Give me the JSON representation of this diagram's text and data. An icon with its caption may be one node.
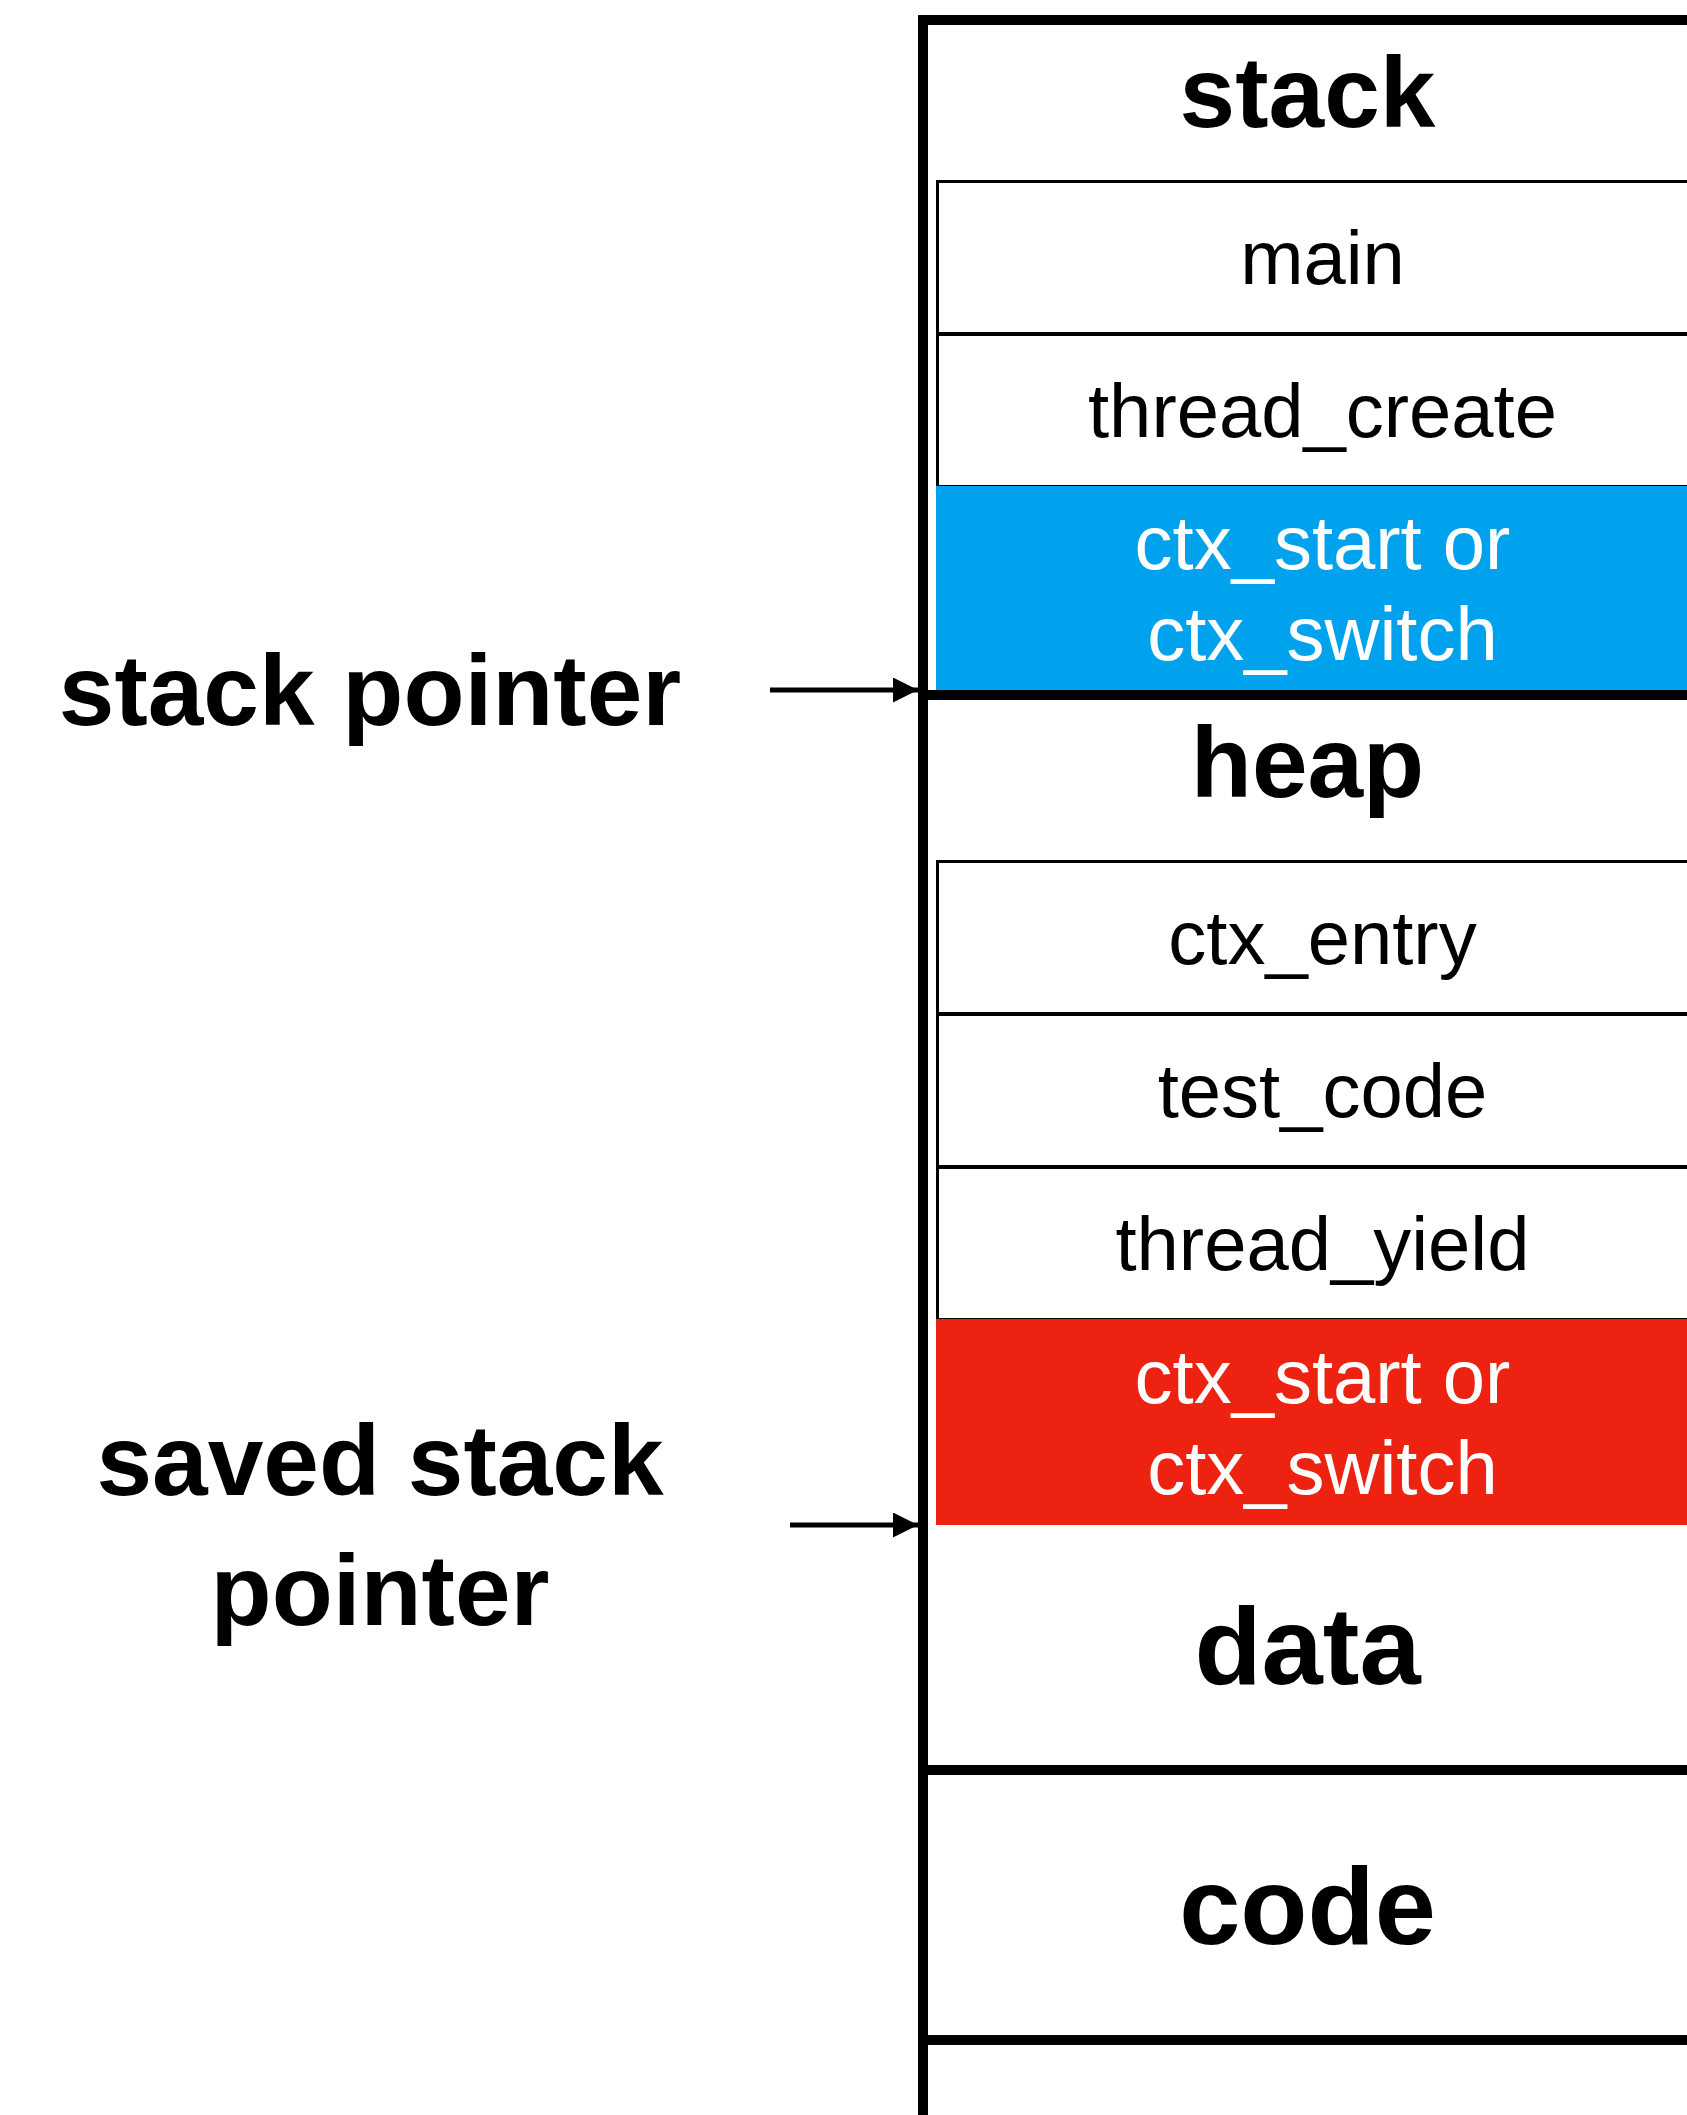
{
  "diagram": {
    "nodes": [
      {
        "text": [
          "stack"
        ]
      },
      {
        "text": [
          "main"
        ],
        "in": 0
      },
      {
        "text": [
          "thread_create"
        ],
        "in": 0
      },
      {
        "text": [
          "ctx_start or ctx_switch"
        ],
        "in": 0
      },
      {
        "text": [
          "stack pointer"
        ]
      },
      {
        "text": [
          "heap"
        ]
      },
      {
        "text": [
          "ctx_entry"
        ],
        "in": 5
      },
      {
        "text": [
          "test_code"
        ],
        "in": 5
      },
      {
        "text": [
          "thread_yield"
        ],
        "in": 5
      },
      {
        "text": [
          "ctx_start or ctx_switch"
        ],
        "in": 5
      },
      {
        "text": [
          "saved stack pointer"
        ]
      },
      {
        "text": [
          "data"
        ]
      },
      {
        "text": [
          "code"
        ]
      },
      {
        "text": [],
        "shape": "box"
      }
    ],
    "edges": [
      {
        "from": 4,
        "to": 3,
        "arrow": "to"
      },
      {
        "from": 10,
        "to": 9,
        "arrow": "to"
      }
    ]
  }
}
